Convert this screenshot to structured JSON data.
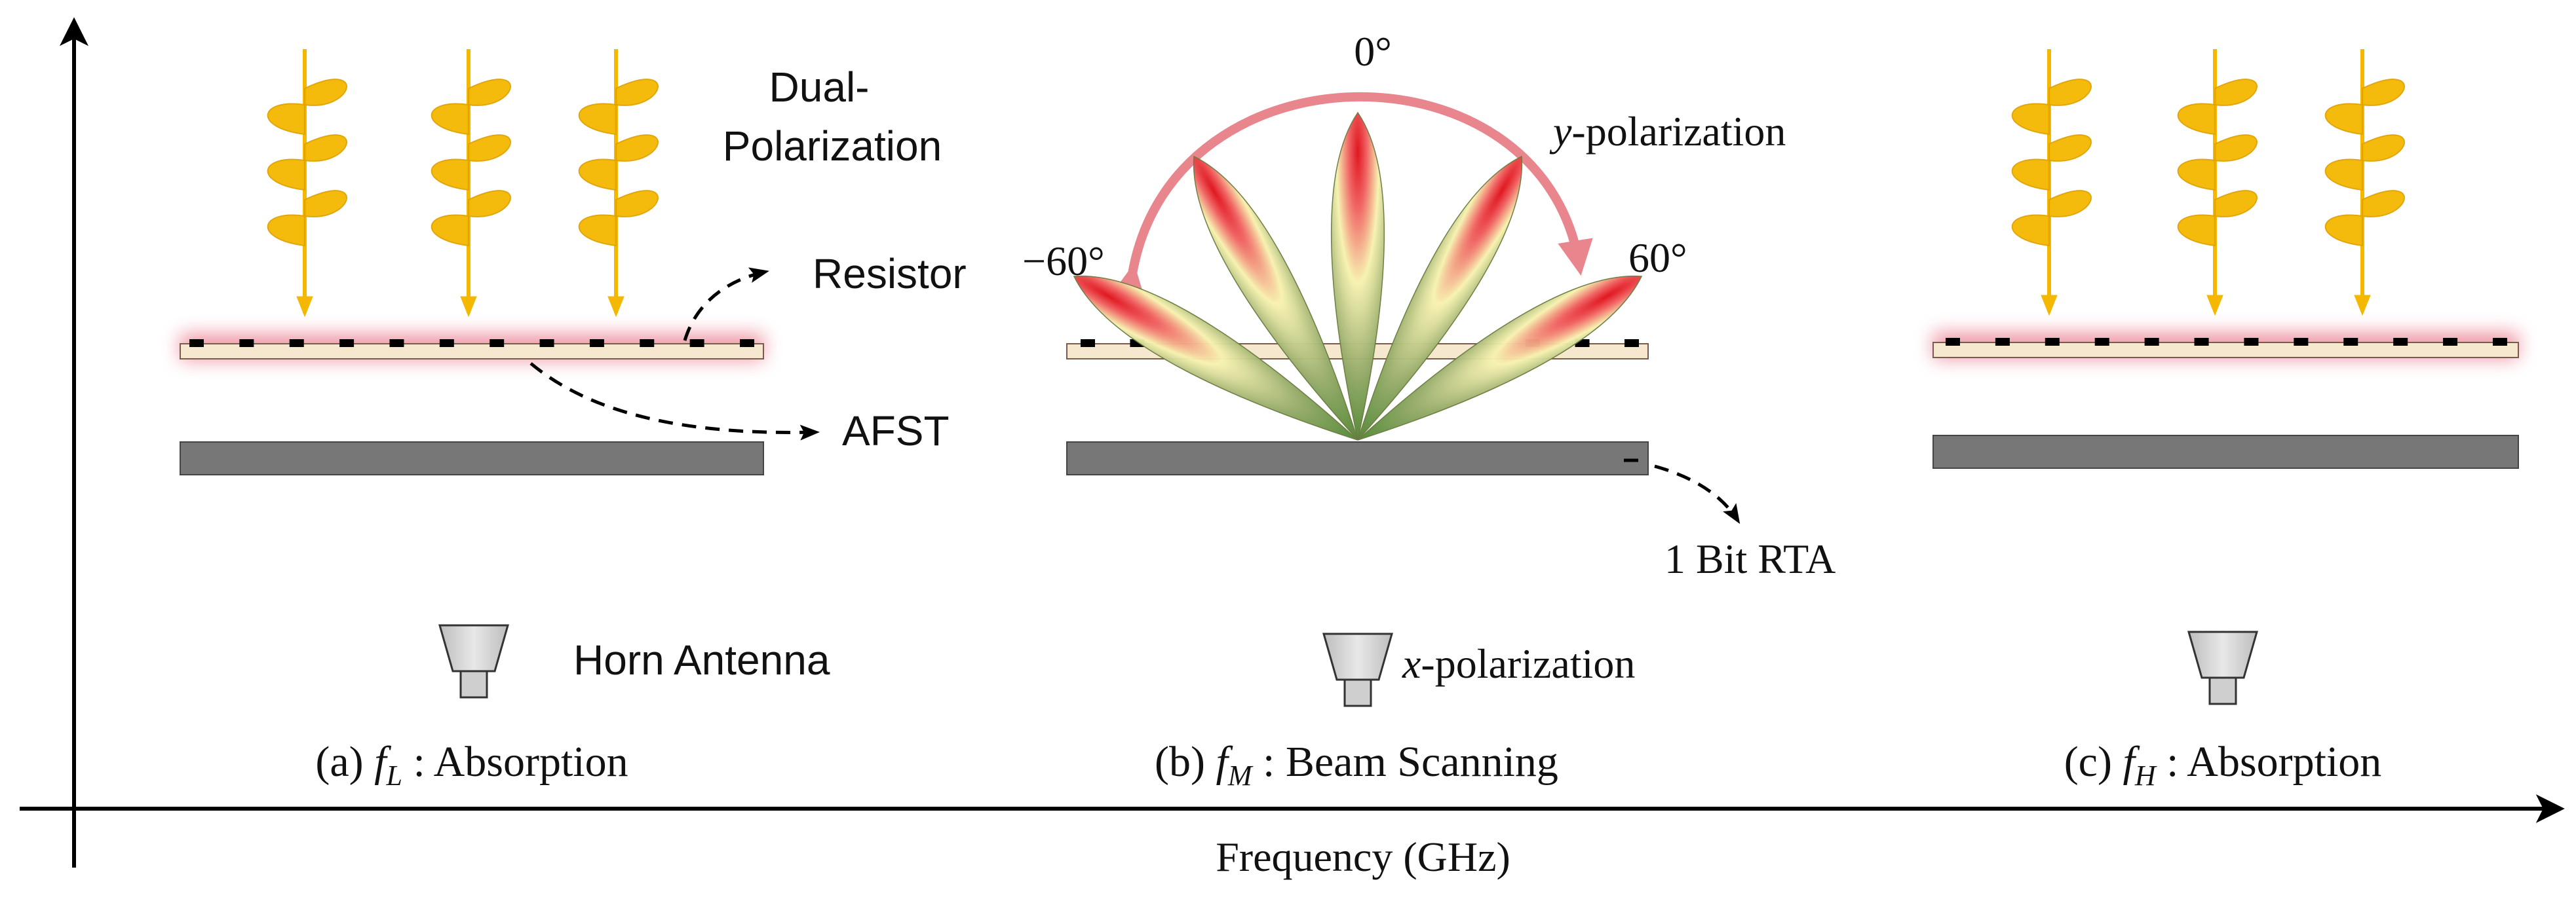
{
  "panels": {
    "a": {
      "caption_prefix": "(a) ",
      "caption_var": "f",
      "caption_sub": "L",
      "caption_suffix": " : Absorption"
    },
    "b": {
      "caption_prefix": "(b) ",
      "caption_var": "f",
      "caption_sub": "M",
      "caption_suffix": " : Beam Scanning"
    },
    "c": {
      "caption_prefix": "(c) ",
      "caption_var": "f",
      "caption_sub": "H",
      "caption_suffix": " : Absorption"
    }
  },
  "labels": {
    "dual_polarization_line1": "Dual-",
    "dual_polarization_line2": "Polarization",
    "resistor": "Resistor",
    "afst": "AFST",
    "horn_antenna": "Horn Antenna",
    "angle_zero": "0°",
    "angle_minus60": "−60°",
    "angle_plus60": "60°",
    "y_pol_var": "y",
    "y_pol_rest": "-polarization",
    "x_pol_var": "x",
    "x_pol_rest": "-polarization",
    "rta": "1 Bit RTA"
  },
  "axis": {
    "x_label": "Frequency (GHz)"
  },
  "colors": {
    "wave": "#F5B800",
    "ground": "#777777",
    "substrate": "#F6E8CF",
    "glow": "#E0405A",
    "scan_arrow": "#E4707A",
    "lobe_tip": "#E0101A",
    "lobe_mid": "#F7F2B0",
    "lobe_base": "#3A7A22"
  },
  "beam_angles_deg": [
    -60,
    -30,
    0,
    30,
    60
  ]
}
